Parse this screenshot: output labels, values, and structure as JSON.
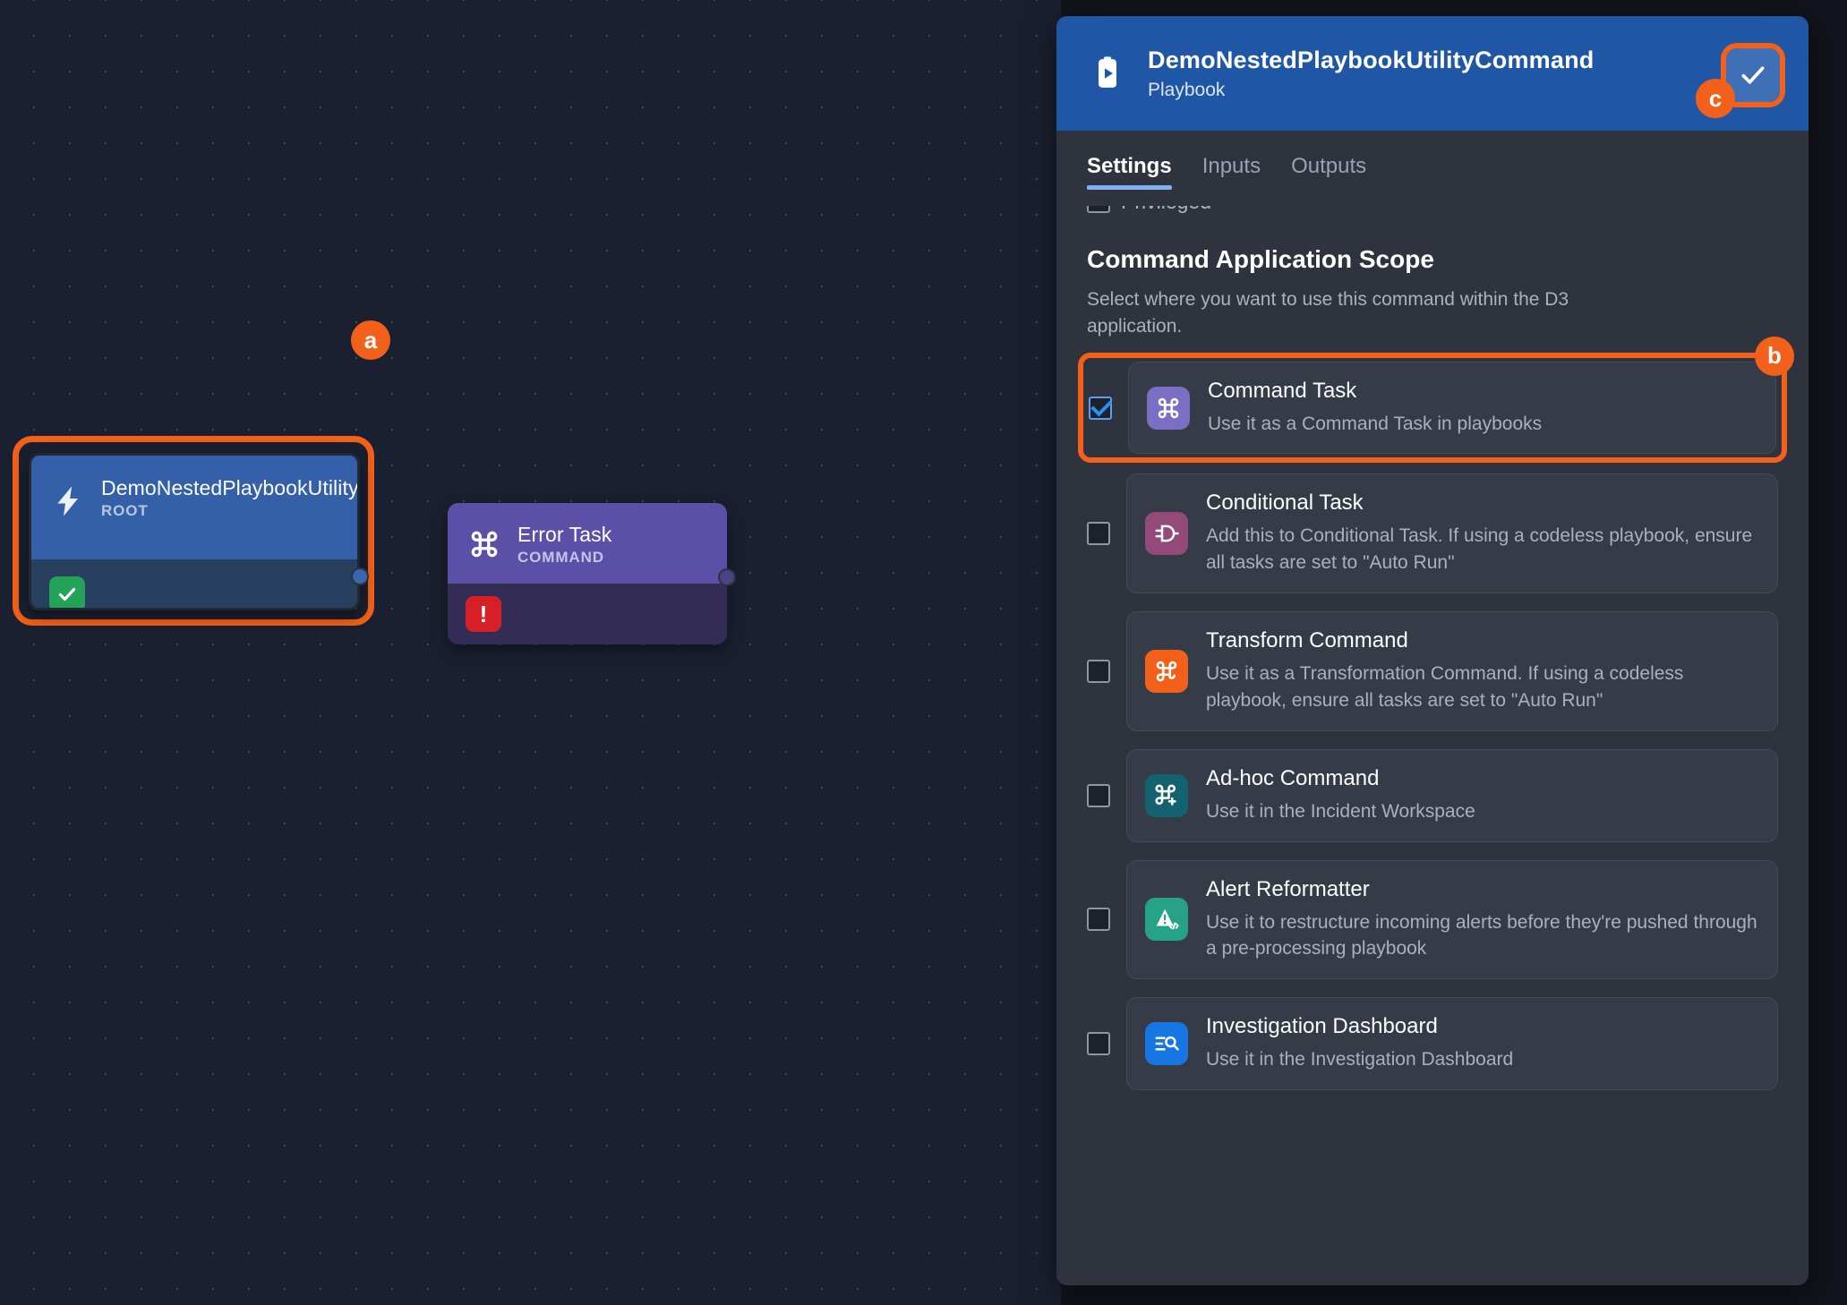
{
  "canvas": {
    "nodes": [
      {
        "title": "DemoNestedPlaybookUtilityCommand",
        "subtitle": "ROOT",
        "icon": "lightning-bolt-icon",
        "status_badge": "check-icon"
      },
      {
        "title": "Error Task",
        "subtitle": "COMMAND",
        "icon": "command-icon",
        "status_badge": "exclamation-icon"
      }
    ],
    "annotations": [
      {
        "id": "a",
        "target": "root-node"
      }
    ]
  },
  "panel": {
    "header": {
      "title": "DemoNestedPlaybookUtilityCommand",
      "subtitle": "Playbook",
      "icon": "playbook-icon",
      "save_icon": "check-icon",
      "annotation": "c"
    },
    "tabs": [
      {
        "label": "Settings",
        "active": true
      },
      {
        "label": "Inputs",
        "active": false
      },
      {
        "label": "Outputs",
        "active": false
      }
    ],
    "clipped_field": {
      "label": "Privileged",
      "checked": false
    },
    "section": {
      "title": "Command Application Scope",
      "description": "Select where you want to use this command within the D3 application.",
      "annotation": "b"
    },
    "options": [
      {
        "label": "Command Task",
        "description": "Use it as a Command Task in playbooks",
        "checked": true,
        "selected": true,
        "icon": "command-icon",
        "icon_color": "#7a6fc4"
      },
      {
        "label": "Conditional Task",
        "description": "Add this to Conditional Task. If using a codeless playbook, ensure all tasks are set to \"Auto Run\"",
        "checked": false,
        "selected": false,
        "icon": "logic-gate-icon",
        "icon_color": "#93497a"
      },
      {
        "label": "Transform Command",
        "description": "Use it as a Transformation Command. If using a codeless playbook, ensure all tasks are set to \"Auto Run\"",
        "checked": false,
        "selected": false,
        "icon": "command-transform-icon",
        "icon_color": "#f2601a"
      },
      {
        "label": "Ad-hoc Command",
        "description": "Use it in the Incident Workspace",
        "checked": false,
        "selected": false,
        "icon": "command-plus-icon",
        "icon_color": "#12636f"
      },
      {
        "label": "Alert Reformatter",
        "description": "Use it to restructure incoming alerts before they're pushed through a pre-processing playbook",
        "checked": false,
        "selected": false,
        "icon": "alert-code-icon",
        "icon_color": "#26a387"
      },
      {
        "label": "Investigation Dashboard",
        "description": "Use it in the Investigation Dashboard",
        "checked": false,
        "selected": false,
        "icon": "list-search-icon",
        "icon_color": "#1677e3"
      }
    ]
  },
  "colors": {
    "accent_orange": "#f2601a",
    "header_blue": "#1f56a5",
    "panel_bg": "#2e333e",
    "canvas_bg": "#1b2030"
  }
}
